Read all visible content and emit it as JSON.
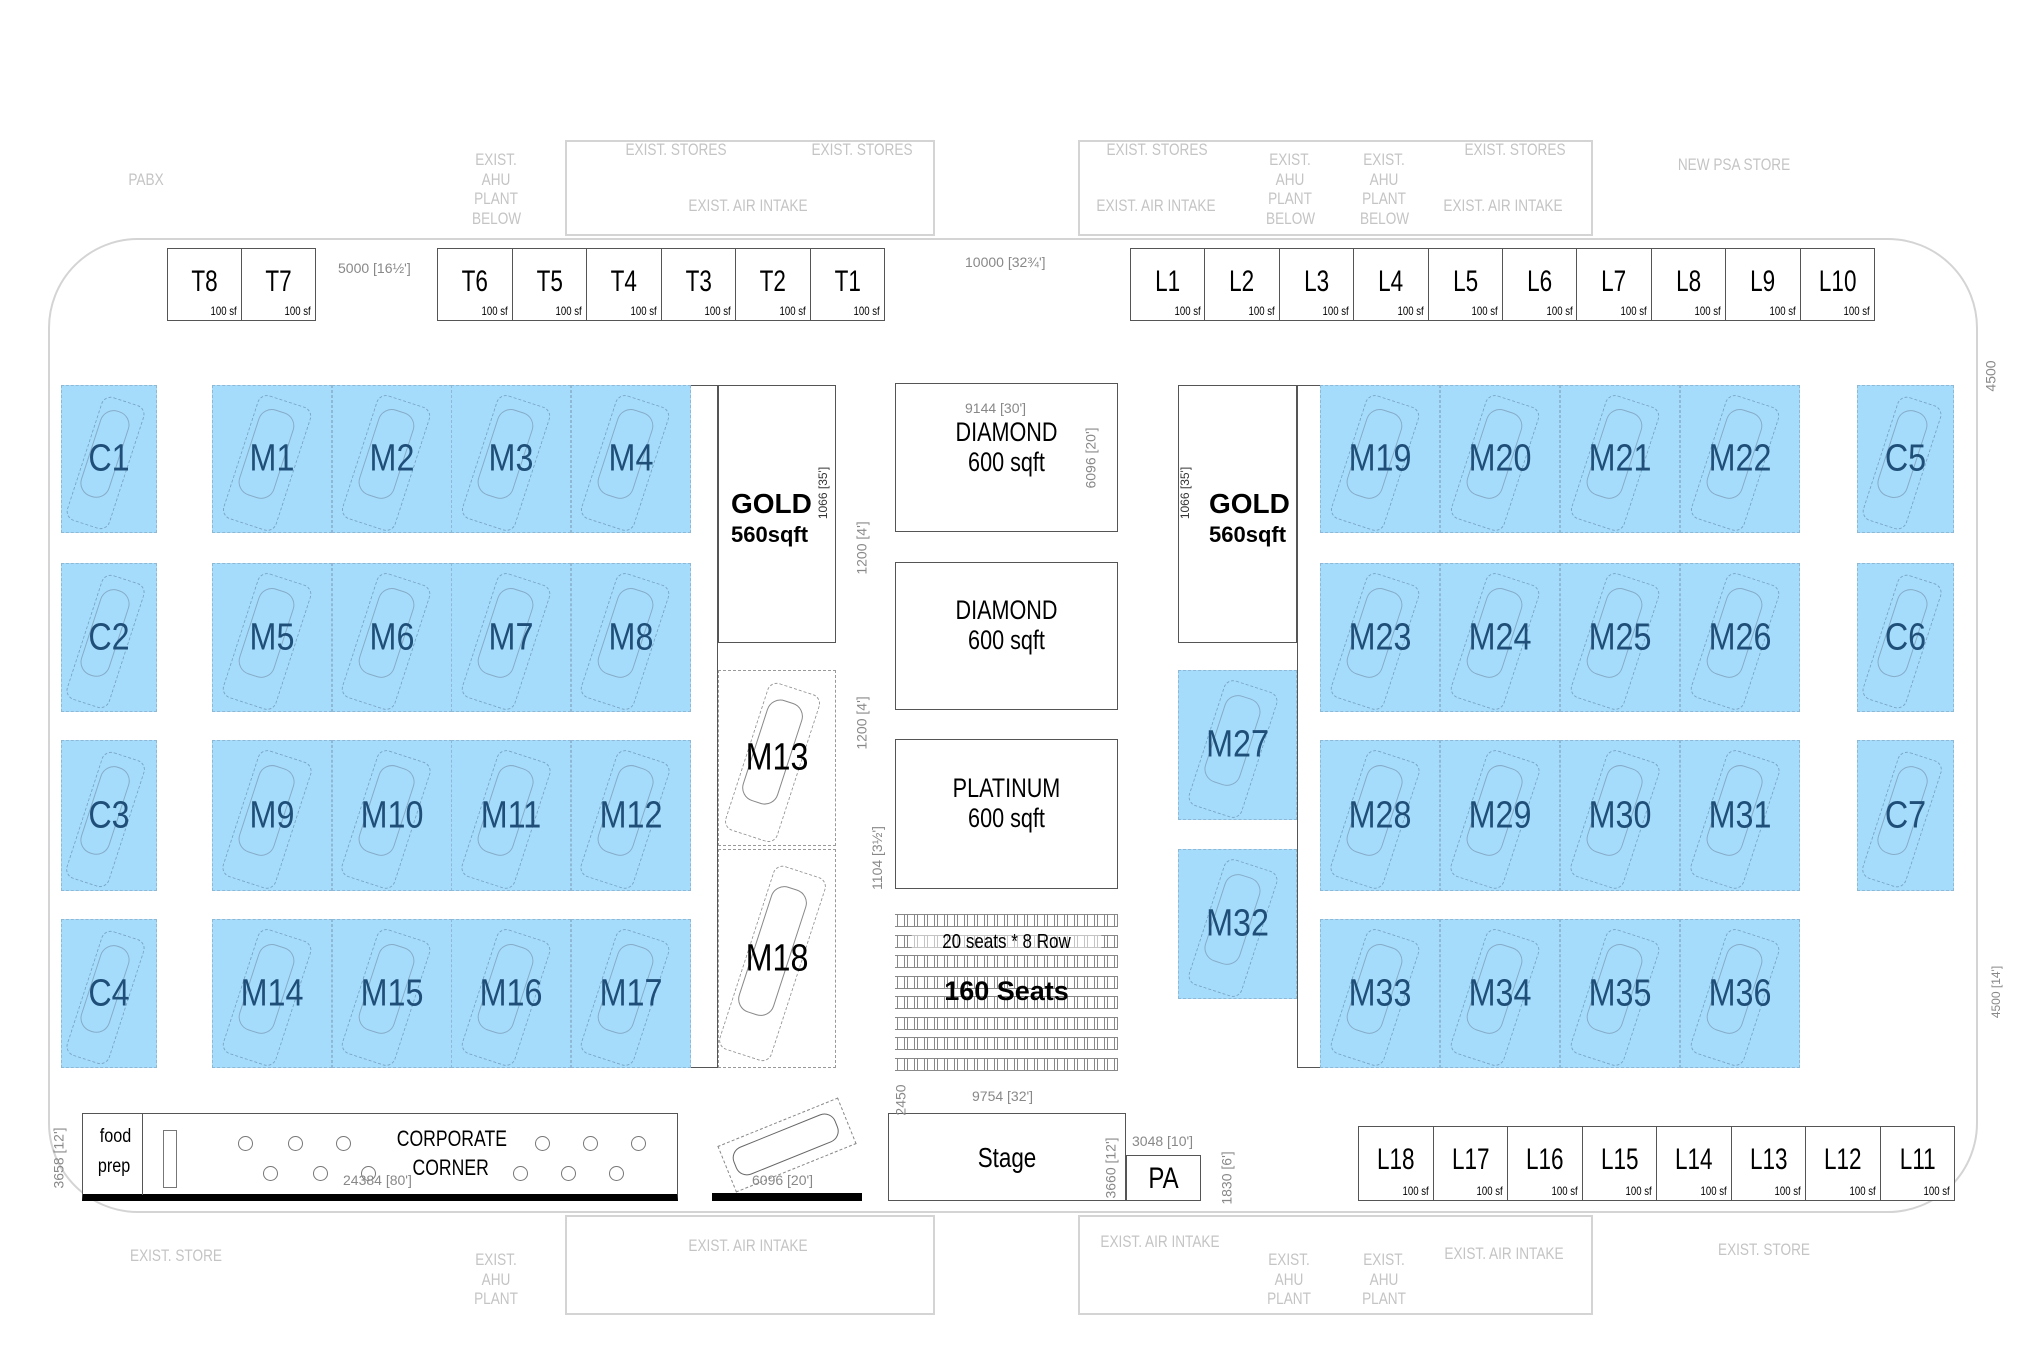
{
  "colors": {
    "stand_fill": "#a6dcfb",
    "stand_text": "#1f4f78",
    "booth_border": "#555555",
    "ghost": "#c4c4c4"
  },
  "building_labels": {
    "top": [
      "PABX",
      "EXIST. AHU PLANT BELOW",
      "EXIST. STORES",
      "EXIST. STORES",
      "EXIST. AIR INTAKE",
      "EXIST. STORES",
      "EXIST. AIR INTAKE",
      "EXIST. AHU PLANT BELOW",
      "EXIST. AHU PLANT BELOW",
      "EXIST. STORES",
      "EXIST. AIR INTAKE",
      "NEW PSA STORE"
    ],
    "bottom": [
      "EXIST. STORE",
      "EXIST. AHU PLANT",
      "EXIST. AIR INTAKE",
      "EXIST. AIR INTAKE",
      "EXIST. AHU PLANT",
      "EXIST. AHU PLANT",
      "EXIST. AIR INTAKE",
      "EXIST. STORE"
    ]
  },
  "booths_top_left": [
    {
      "label": "T8",
      "size": "100 sf"
    },
    {
      "label": "T7",
      "size": "100 sf"
    }
  ],
  "booths_top_mid": [
    {
      "label": "T6",
      "size": "100 sf"
    },
    {
      "label": "T5",
      "size": "100 sf"
    },
    {
      "label": "T4",
      "size": "100 sf"
    },
    {
      "label": "T3",
      "size": "100 sf"
    },
    {
      "label": "T2",
      "size": "100 sf"
    },
    {
      "label": "T1",
      "size": "100 sf"
    }
  ],
  "booths_top_right": [
    {
      "label": "L1",
      "size": "100 sf"
    },
    {
      "label": "L2",
      "size": "100 sf"
    },
    {
      "label": "L3",
      "size": "100 sf"
    },
    {
      "label": "L4",
      "size": "100 sf"
    },
    {
      "label": "L5",
      "size": "100 sf"
    },
    {
      "label": "L6",
      "size": "100 sf"
    },
    {
      "label": "L7",
      "size": "100 sf"
    },
    {
      "label": "L8",
      "size": "100 sf"
    },
    {
      "label": "L9",
      "size": "100 sf"
    },
    {
      "label": "L10",
      "size": "100 sf"
    }
  ],
  "booths_bottom_right": [
    {
      "label": "L18",
      "size": "100 sf"
    },
    {
      "label": "L17",
      "size": "100 sf"
    },
    {
      "label": "L16",
      "size": "100 sf"
    },
    {
      "label": "L15",
      "size": "100 sf"
    },
    {
      "label": "L14",
      "size": "100 sf"
    },
    {
      "label": "L13",
      "size": "100 sf"
    },
    {
      "label": "L12",
      "size": "100 sf"
    },
    {
      "label": "L11",
      "size": "100 sf"
    }
  ],
  "stands_left_col": [
    "C1",
    "C2",
    "C3",
    "C4"
  ],
  "stands_left_grid": [
    [
      "M1",
      "M2",
      "M3",
      "M4"
    ],
    [
      "M5",
      "M6",
      "M7",
      "M8"
    ],
    [
      "M9",
      "M10",
      "M11",
      "M12"
    ],
    [
      "M14",
      "M15",
      "M16",
      "M17"
    ]
  ],
  "stands_left_aisle": [
    "M13",
    "M18"
  ],
  "stands_right_aisle": [
    "M27",
    "M32"
  ],
  "stands_right_grid": [
    [
      "M19",
      "M20",
      "M21",
      "M22"
    ],
    [
      "M23",
      "M24",
      "M25",
      "M26"
    ],
    [
      "M28",
      "M29",
      "M30",
      "M31"
    ],
    [
      "M33",
      "M34",
      "M35",
      "M36"
    ]
  ],
  "stands_right_col": [
    "C5",
    "C6",
    "C7"
  ],
  "gold_left": {
    "title": "GOLD",
    "size": "560sqft",
    "dim": "1066 [35']"
  },
  "gold_right": {
    "title": "GOLD",
    "size": "560sqft",
    "dim": "1066 [35']"
  },
  "premium": [
    {
      "title": "DIAMOND",
      "size": "600 sqft"
    },
    {
      "title": "DIAMOND",
      "size": "600 sqft"
    },
    {
      "title": "PLATINUM",
      "size": "600 sqft"
    }
  ],
  "seating": {
    "line1": "20 seats * 8 Row",
    "line2": "160 Seats",
    "rows": 8
  },
  "corporate": {
    "prep_line1": "food",
    "prep_line2": "prep",
    "title_line1": "CORPORATE",
    "title_line2": "CORNER"
  },
  "stage": {
    "label": "Stage",
    "pa": "PA"
  },
  "dimensions": {
    "t7_t6": "5000 [16½']",
    "t1_l1": "10000 [32¾']",
    "diamond_w": "9144 [30']",
    "diamond_h": "6096 [20']",
    "gap1": "1200 [4']",
    "gap2": "1200 [4']",
    "gap3": "1104 [3½']",
    "corp_h": "3658 [12']",
    "corp_w": "24384 [80']",
    "car_w": "6096 [20']",
    "stage_w": "9754 [32']",
    "stage_gap": "2450",
    "stage_h": "3660 [12']",
    "pa_w": "3048 [10']",
    "pa_h": "1830 [6']",
    "side": "4500",
    "side2": "4500 [14']"
  }
}
